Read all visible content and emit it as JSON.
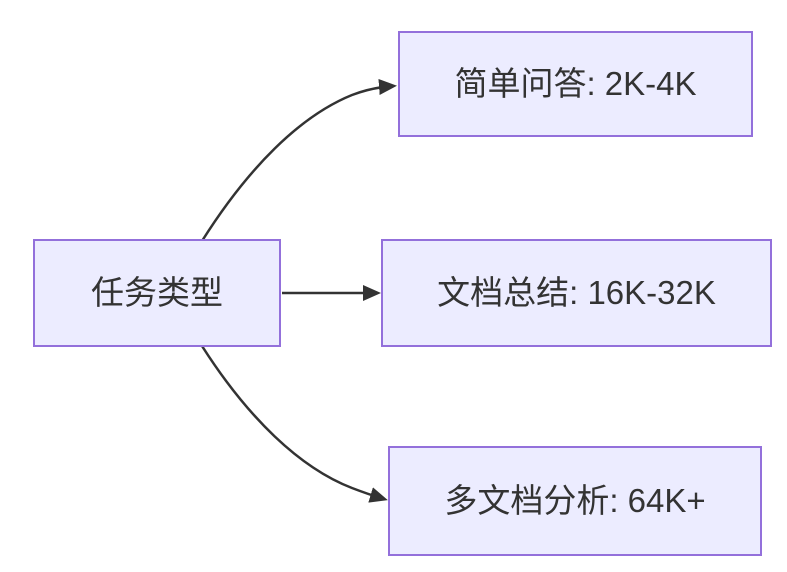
{
  "diagram": {
    "type": "flowchart-left-to-right",
    "root": {
      "label": "任务类型"
    },
    "branches": [
      {
        "label": "简单问答: 2K-4K"
      },
      {
        "label": "文档总结: 16K-32K"
      },
      {
        "label": "多文档分析: 64K+"
      }
    ],
    "edges": [
      {
        "from": "任务类型",
        "to": "简单问答: 2K-4K"
      },
      {
        "from": "任务类型",
        "to": "文档总结: 16K-32K"
      },
      {
        "from": "任务类型",
        "to": "多文档分析: 64K+"
      }
    ]
  },
  "colors": {
    "node-fill": "#ECECFF",
    "node-border": "#9370DB",
    "edge": "#333333",
    "text": "#333333",
    "background": "#FFFFFF"
  }
}
